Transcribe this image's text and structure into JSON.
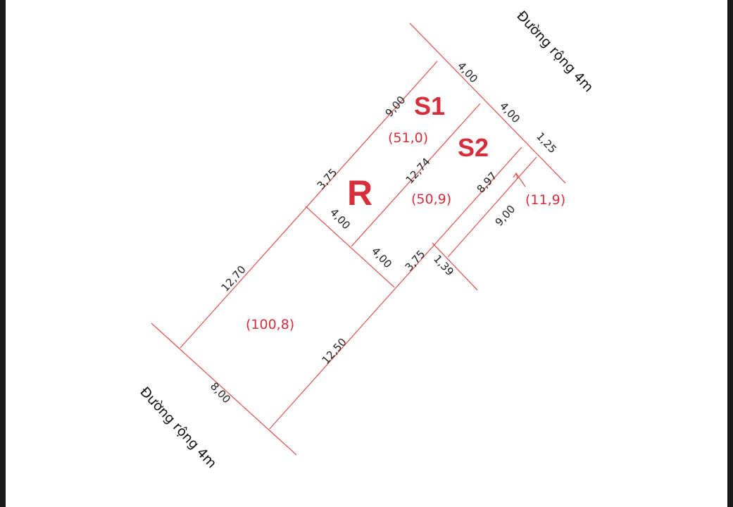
{
  "roads": {
    "top": "Đường rộng 4m",
    "bottom": "Đường rộng 4m"
  },
  "lots": {
    "s1": "S1",
    "s2": "S2",
    "r": "R"
  },
  "areas": {
    "s1": "(51,0)",
    "s2": "(50,9)",
    "strip": "(11,9)",
    "main": "(100,8)"
  },
  "dimensions": {
    "top_front_s1": "4,00",
    "top_front_s2": "4,00",
    "top_front_strip": "1,25",
    "left_upper": "9,00",
    "left_middle": "3,75",
    "left_lower": "12,70",
    "divider_s1_s2": "12,74",
    "s2_right": "8,97",
    "strip_right": "9,00",
    "r_cross_upper": "4,00",
    "r_cross_lower": "4,00",
    "right_middle": "3,75",
    "strip_bottom": "1,39",
    "right_lower": "12,50",
    "bottom_front": "8,00"
  },
  "colors": {
    "line": "#e05a5a",
    "label_red": "#d62e3a",
    "text": "#222222"
  }
}
